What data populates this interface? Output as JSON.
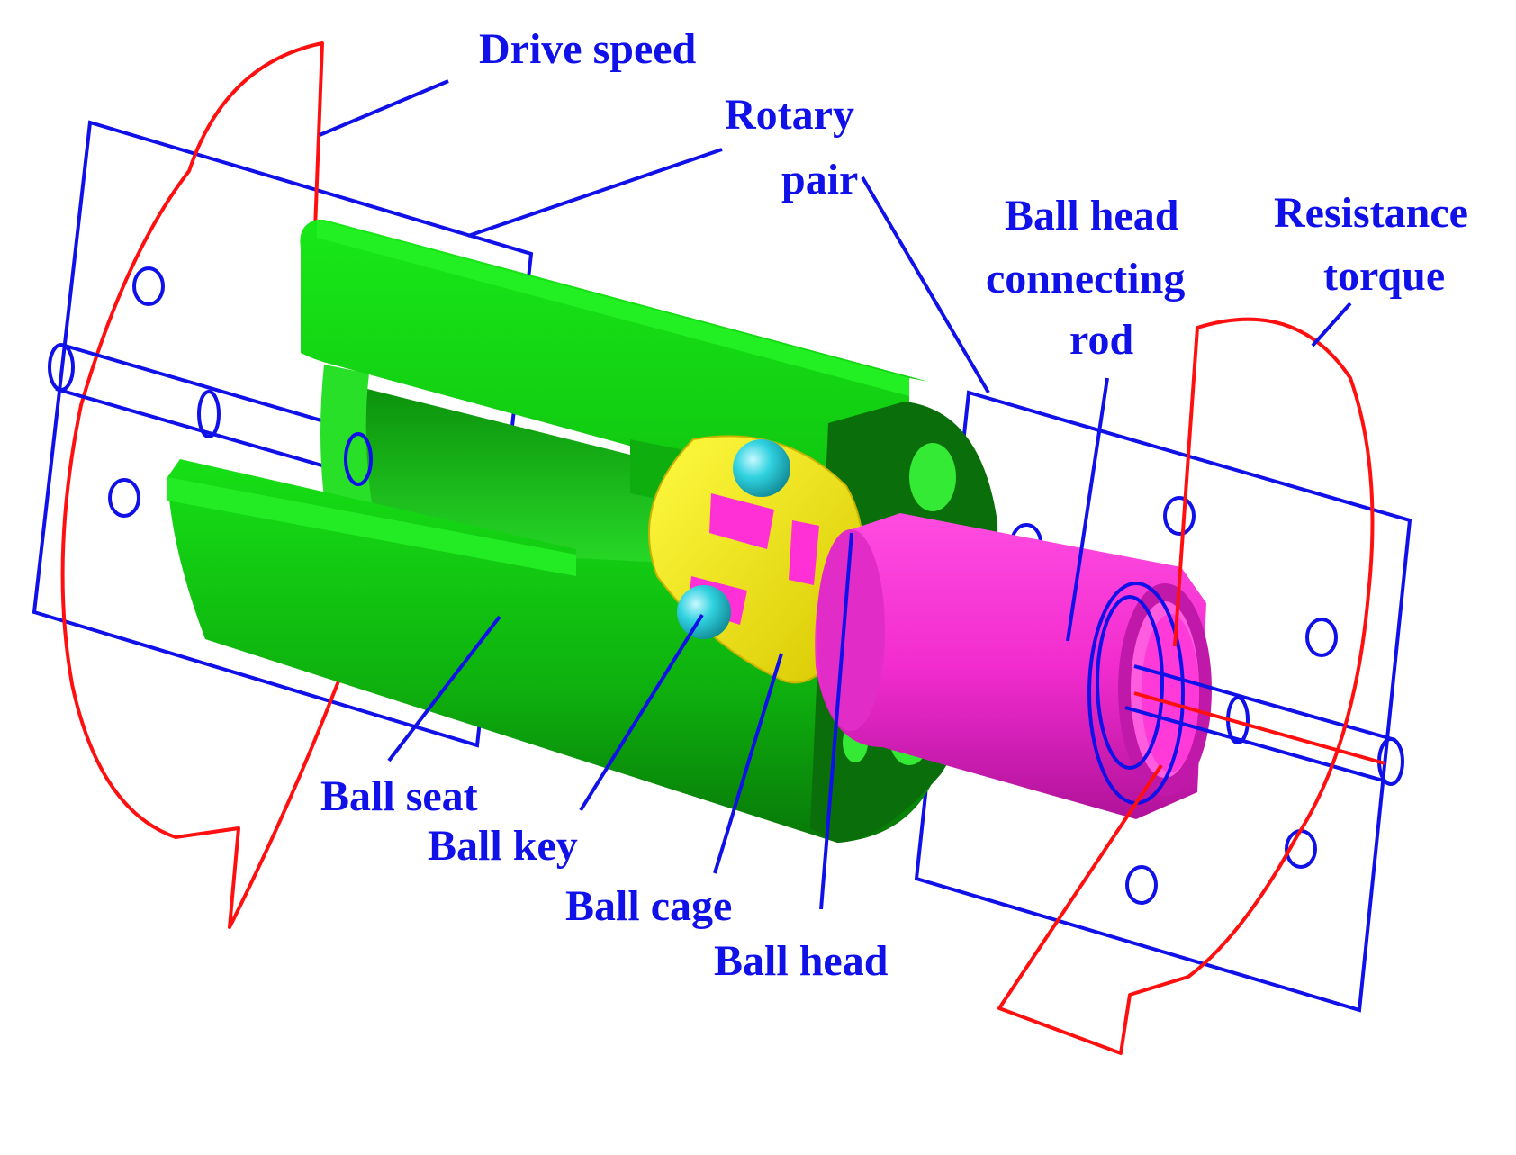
{
  "colors": {
    "label": "#1010e8",
    "leader": "#1010e8",
    "torque_arrow": "#ff1010",
    "ball_seat": "#10d810",
    "ball_cage": "#f2ee14",
    "ball_key": "#30d2e0",
    "ball_head": "#ff30d6",
    "connecting_rod": "#ff30d6"
  },
  "labels": {
    "drive_speed": "Drive speed",
    "rotary_pair_line1": "Rotary",
    "rotary_pair_line2": "pair",
    "ball_head_rod_line1": "Ball head",
    "ball_head_rod_line2": "connecting",
    "ball_head_rod_line3": "rod",
    "resistance_torque_line1": "Resistance",
    "resistance_torque_line2": "torque",
    "ball_seat": "Ball seat",
    "ball_key": "Ball key",
    "ball_cage": "Ball cage",
    "ball_head": "Ball head"
  }
}
